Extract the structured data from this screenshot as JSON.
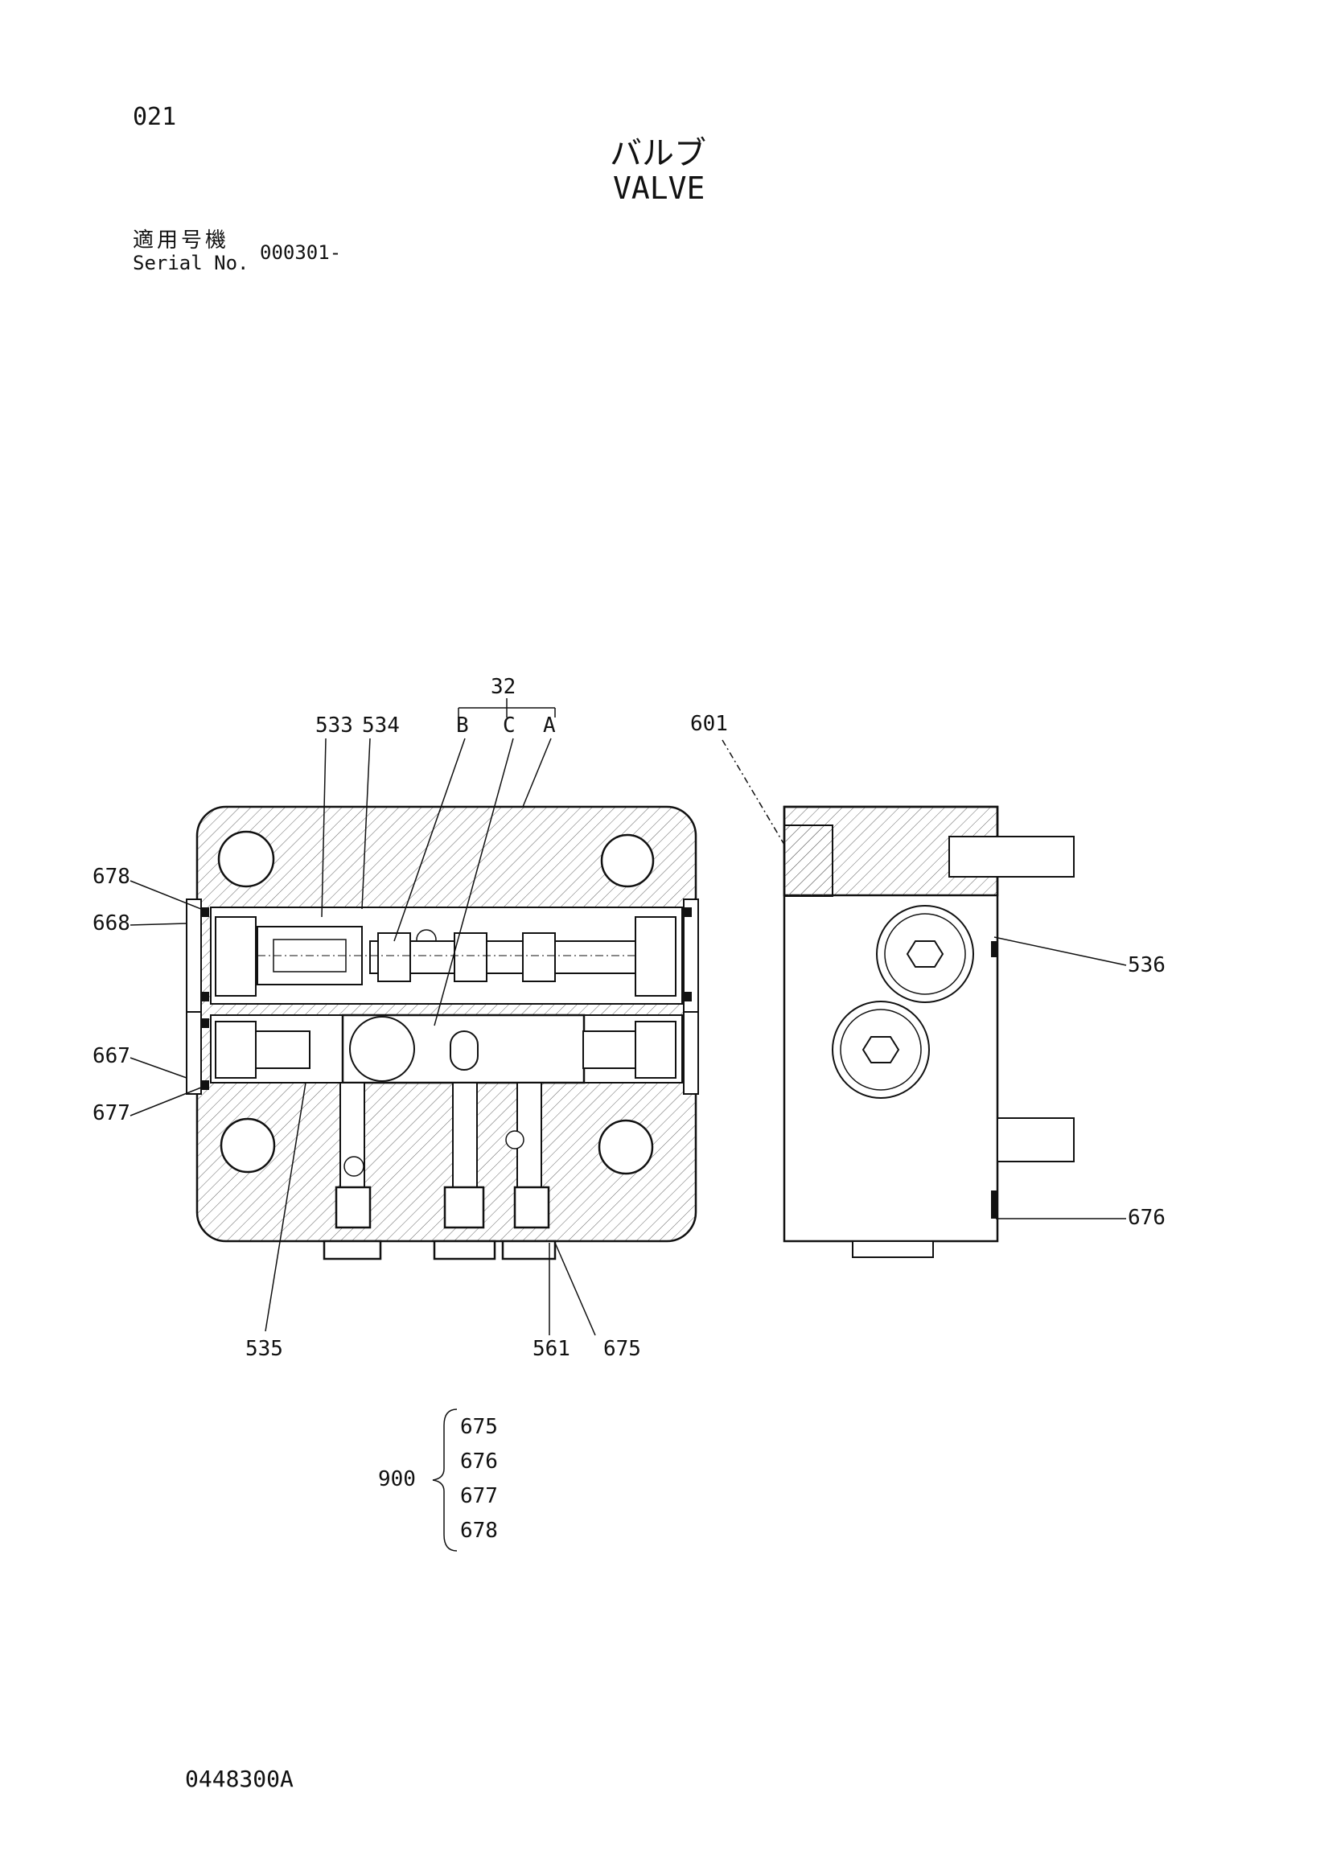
{
  "header": {
    "page_number": "021",
    "title_jp": "バルブ",
    "title_en": "VALVE",
    "serial_label_jp": "適用号機",
    "serial_label_en": "Serial No.",
    "serial_value": "000301-"
  },
  "callouts": {
    "c32": "32",
    "cB": "B",
    "cC": "C",
    "cA": "A",
    "c533": "533",
    "c534": "534",
    "c601": "601",
    "c678": "678",
    "c668": "668",
    "c667": "667",
    "c677": "677",
    "c536": "536",
    "c676": "676",
    "c535": "535",
    "c561": "561",
    "c675": "675"
  },
  "kit": {
    "label": "900",
    "items": [
      "675",
      "676",
      "677",
      "678"
    ]
  },
  "footer": {
    "document_number": "0448300A"
  }
}
